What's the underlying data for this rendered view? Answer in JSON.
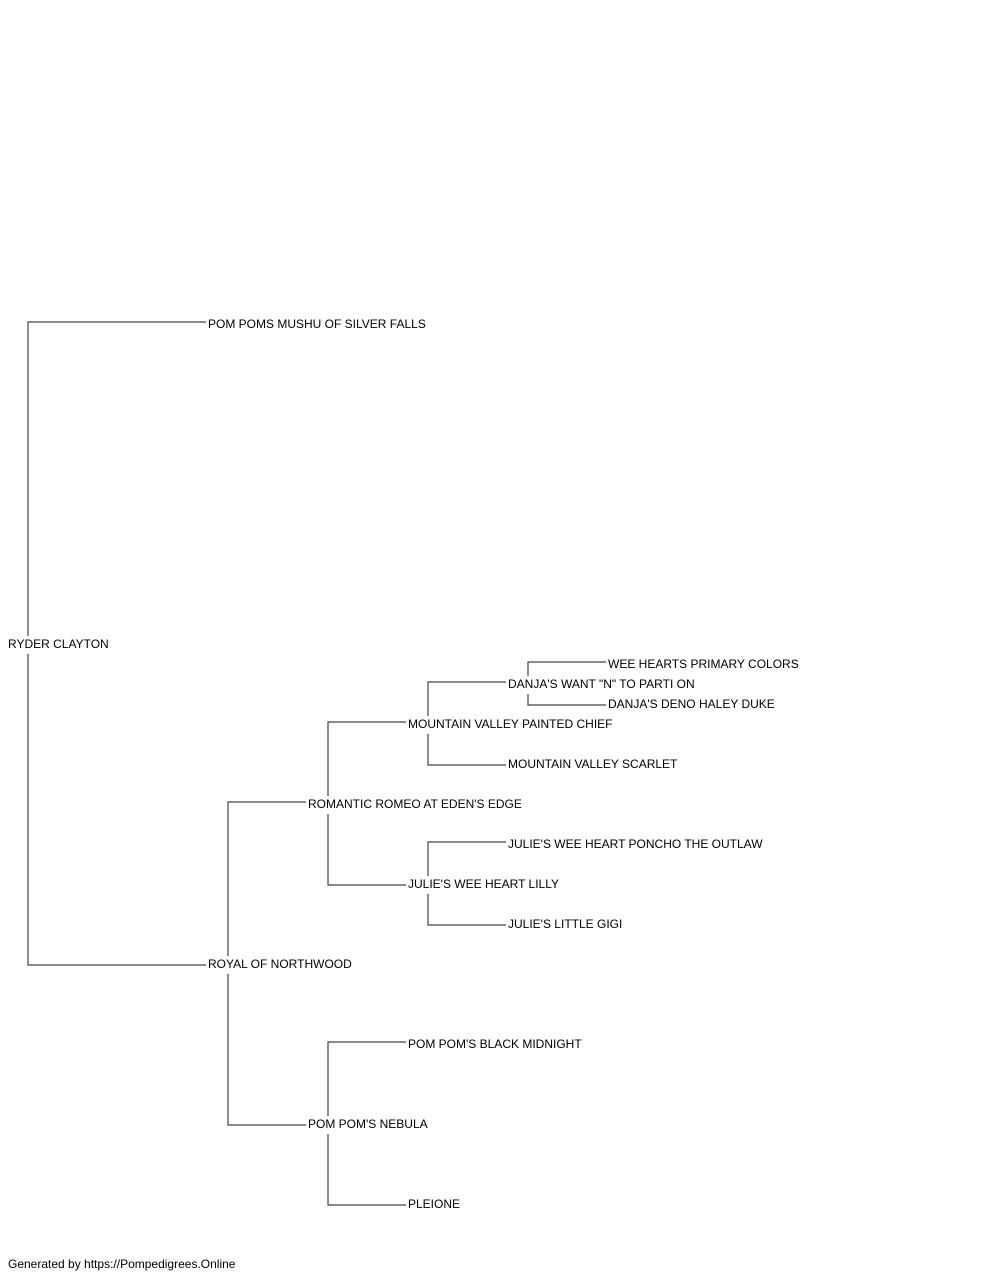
{
  "pedigree": {
    "subject": "RYDER CLAYTON",
    "sire": {
      "name": "POM POMS MUSHU OF SILVER FALLS"
    },
    "dam": {
      "name": "ROYAL OF NORTHWOOD",
      "sire": {
        "name": "ROMANTIC ROMEO AT EDEN'S EDGE",
        "sire": {
          "name": "MOUNTAIN VALLEY PAINTED CHIEF",
          "sire": {
            "name": "DANJA'S WANT \"N\" TO PARTI ON",
            "sire": {
              "name": "WEE HEARTS PRIMARY COLORS"
            },
            "dam": {
              "name": "DANJA'S DENO HALEY DUKE"
            }
          },
          "dam": {
            "name": "MOUNTAIN VALLEY SCARLET"
          }
        },
        "dam": {
          "name": "JULIE'S WEE HEART LILLY",
          "sire": {
            "name": "JULIE'S WEE HEART PONCHO THE OUTLAW"
          },
          "dam": {
            "name": "JULIE'S LITTLE GIGI"
          }
        }
      },
      "dam": {
        "name": "POM POM'S NEBULA",
        "sire": {
          "name": "POM POM'S BLACK MIDNIGHT"
        },
        "dam": {
          "name": "PLEIONE"
        }
      }
    }
  },
  "footer": "Generated by https://Pompedigrees.Online",
  "colors": {
    "line": "#444444",
    "text": "#000000",
    "background": "#ffffff"
  }
}
